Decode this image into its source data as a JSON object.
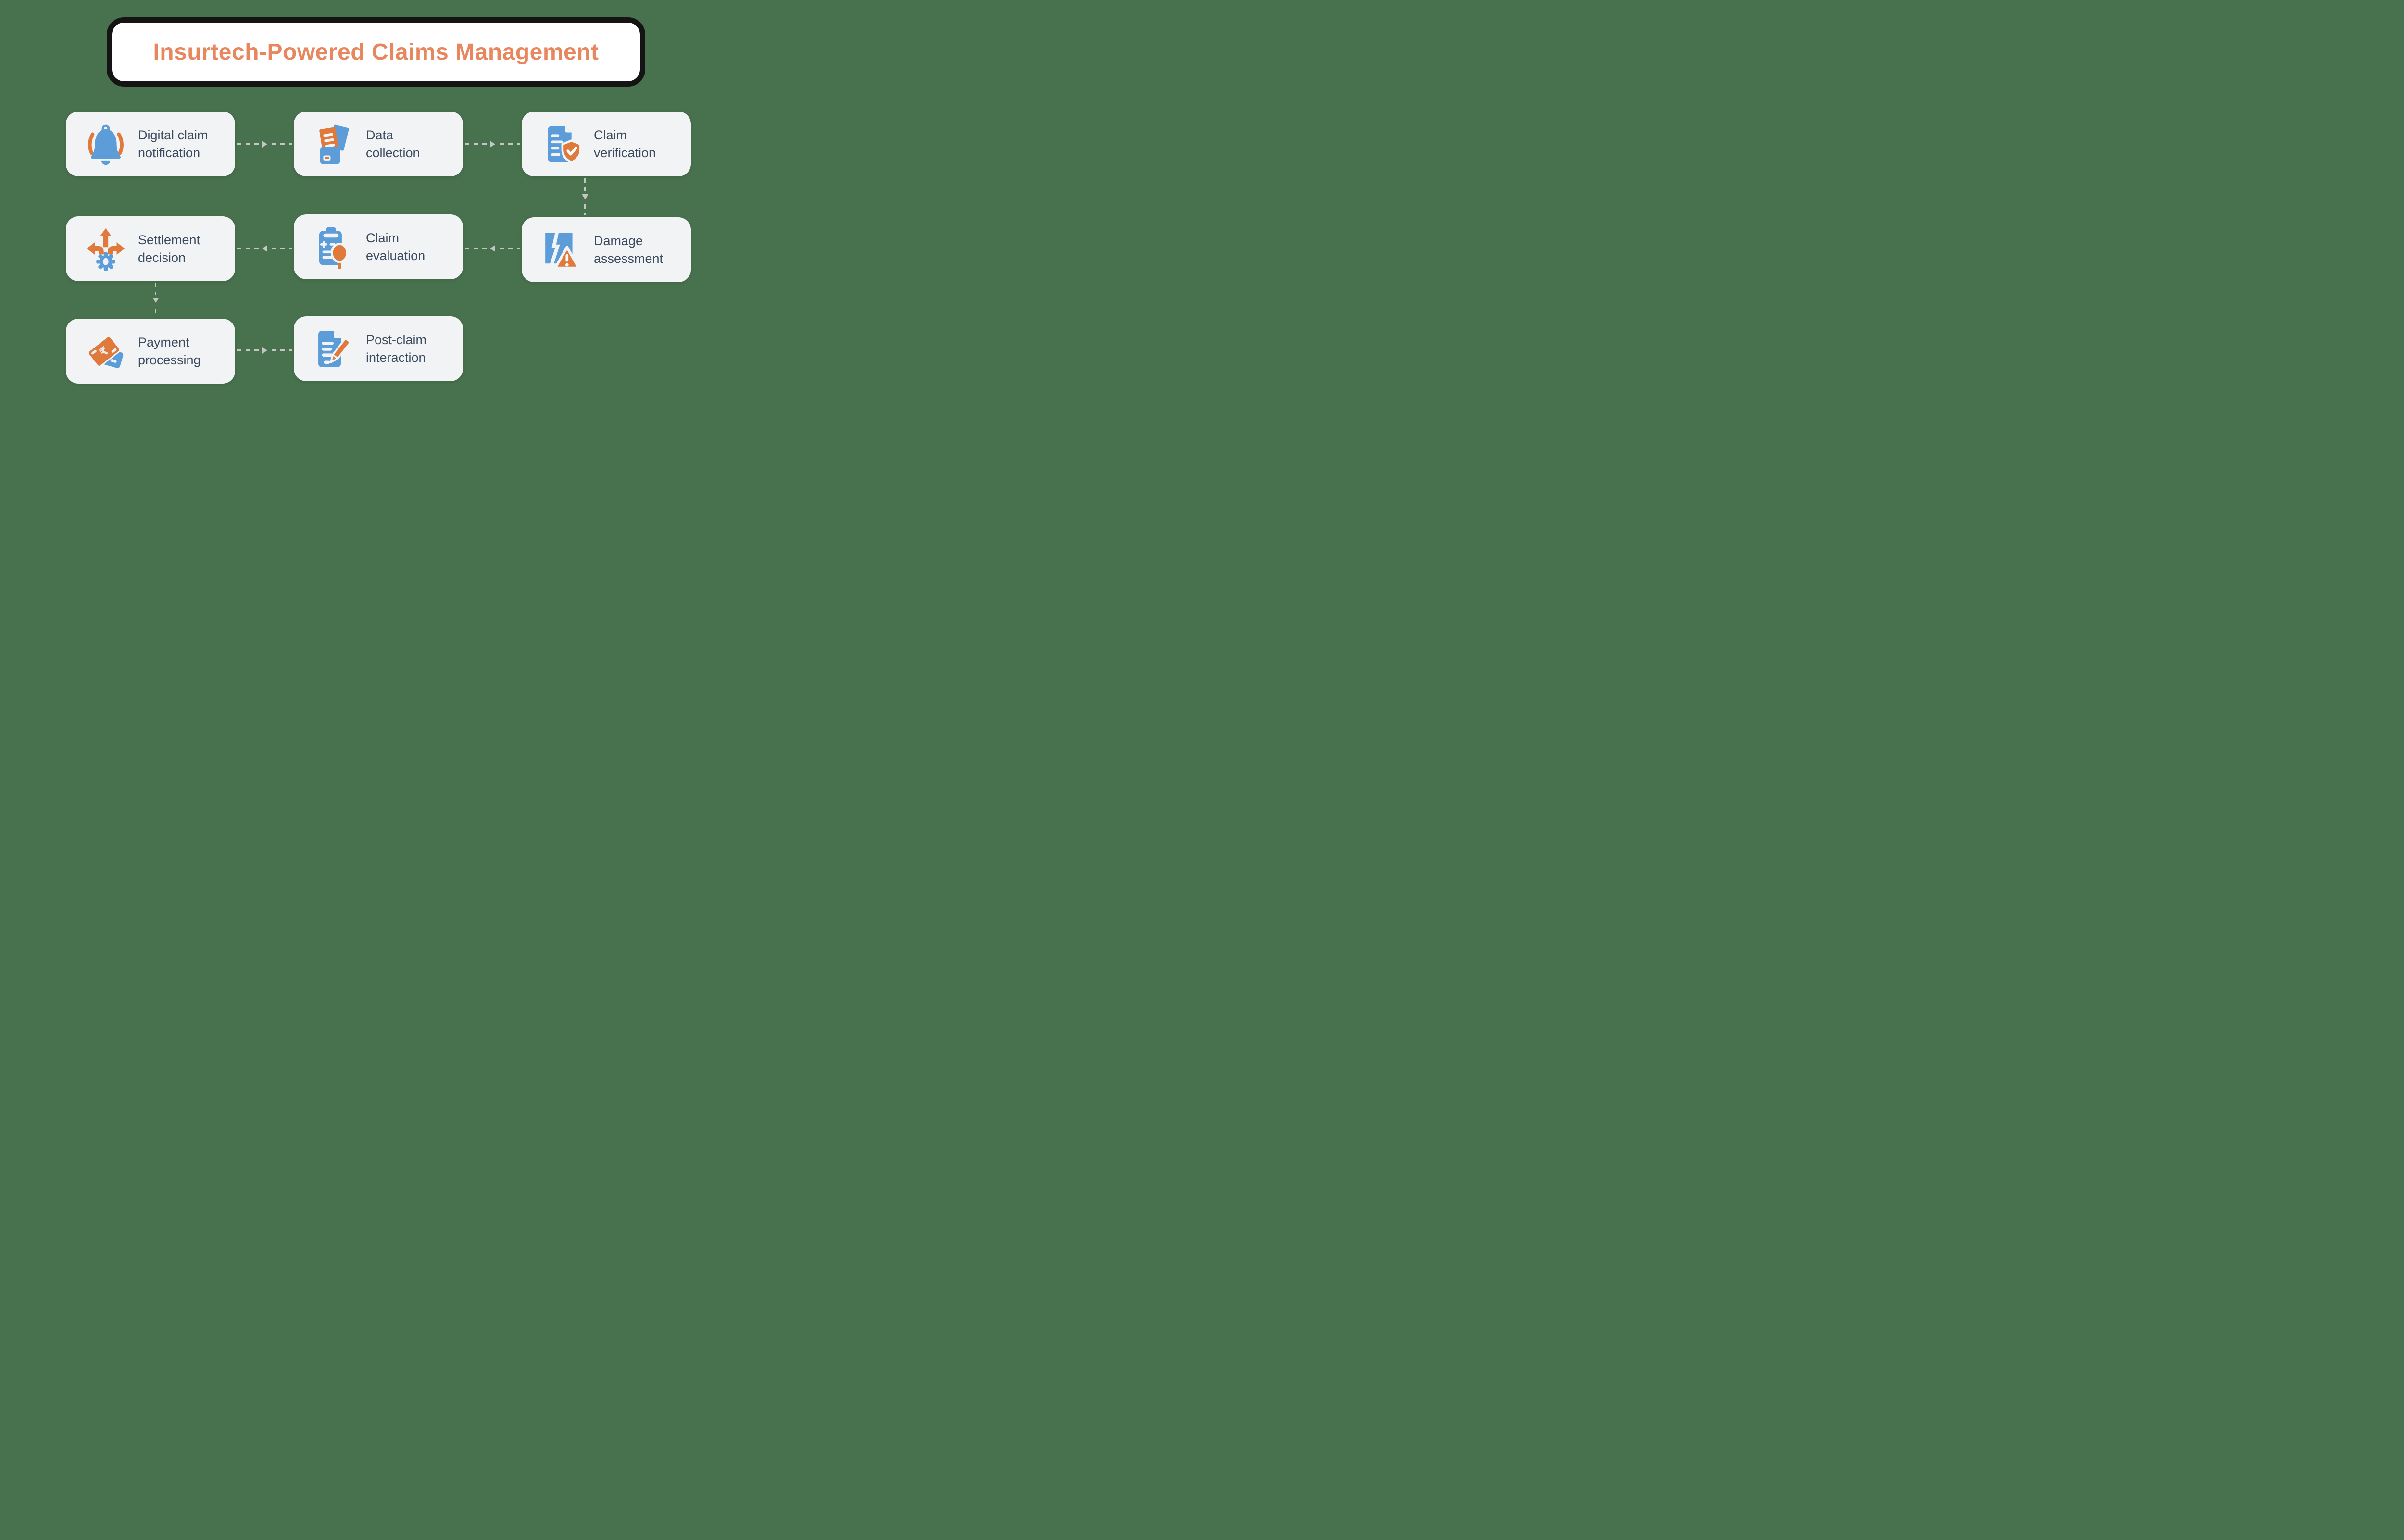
{
  "background_color": "#48714D",
  "title": {
    "text": "Insurtech-Powered Claims Management",
    "text_color": "#E8875E",
    "border_color": "#141414",
    "box_bg": "#FFFFFF"
  },
  "palette": {
    "node_bg": "#F2F3F5",
    "node_text": "#3B4A5E",
    "icon_blue": "#5C9CD9",
    "icon_orange": "#E0793C",
    "connector": "#C5C5C5"
  },
  "nodes": [
    {
      "label1": "Digital claim",
      "label2": "notification",
      "icon": "bell-icon"
    },
    {
      "label1": "Data",
      "label2": "collection",
      "icon": "folder-documents-icon"
    },
    {
      "label1": "Claim",
      "label2": "verification",
      "icon": "document-shield-check-icon"
    },
    {
      "label1": "Settlement",
      "label2": "decision",
      "icon": "arrows-gear-icon"
    },
    {
      "label1": "Claim",
      "label2": "evaluation",
      "icon": "clipboard-magnifier-icon"
    },
    {
      "label1": "Damage",
      "label2": "assessment",
      "icon": "broken-square-warning-icon"
    },
    {
      "label1": "Payment",
      "label2": "processing",
      "icon": "payment-cards-icon"
    },
    {
      "label1": "Post-claim",
      "label2": "interaction",
      "icon": "document-pencil-icon"
    }
  ],
  "flow": {
    "connector_style": "dashed-gray-with-mid-arrowhead",
    "edges": [
      {
        "from": "Digital claim notification",
        "to": "Data collection",
        "direction": "right"
      },
      {
        "from": "Data collection",
        "to": "Claim verification",
        "direction": "right"
      },
      {
        "from": "Claim verification",
        "to": "Damage assessment",
        "direction": "down"
      },
      {
        "from": "Damage assessment",
        "to": "Claim evaluation",
        "direction": "left"
      },
      {
        "from": "Claim evaluation",
        "to": "Settlement decision",
        "direction": "left"
      },
      {
        "from": "Settlement decision",
        "to": "Payment processing",
        "direction": "down"
      },
      {
        "from": "Payment processing",
        "to": "Post-claim interaction",
        "direction": "right"
      }
    ]
  }
}
